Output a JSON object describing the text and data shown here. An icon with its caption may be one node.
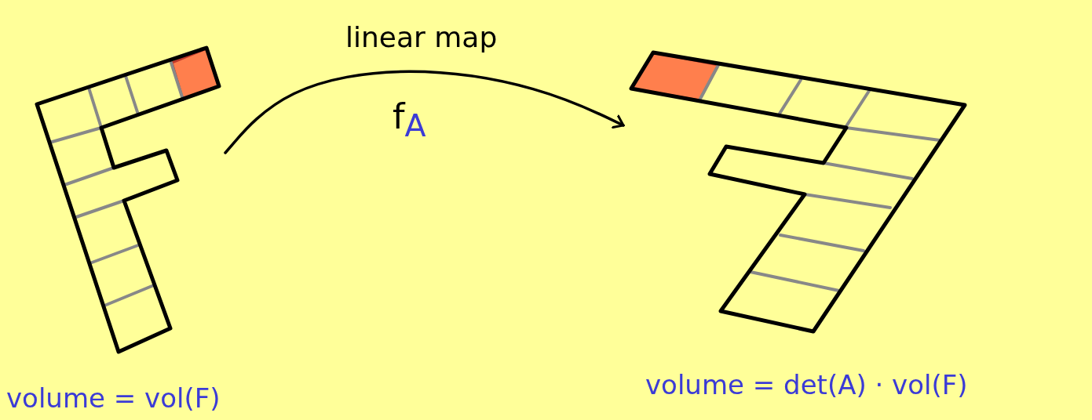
{
  "diagram": {
    "nodes": [
      {
        "text": [],
        "shape": "picture",
        "beside": [
          "volume = vol(F)"
        ]
      },
      {
        "text": [],
        "shape": "picture",
        "beside": [
          "volume = det(A) · vol(F)"
        ]
      }
    ],
    "edges": [
      {
        "from": 0,
        "to": 1,
        "arrow": "to",
        "label": "linear map"
      }
    ],
    "labels": [
      "f$_{A}$"
    ]
  }
}
